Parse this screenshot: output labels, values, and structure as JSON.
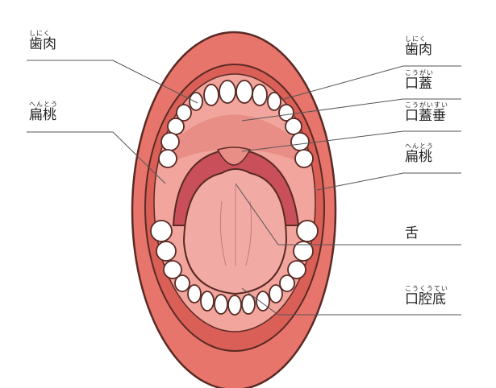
{
  "labels": {
    "left_gum": {
      "ruby": "しにく",
      "text": "歯肉"
    },
    "left_tonsil": {
      "ruby": "へんとう",
      "text": "扁桃"
    },
    "right_gum": {
      "ruby": "しにく",
      "text": "歯肉"
    },
    "palate": {
      "ruby": "こうがい",
      "text": "口蓋"
    },
    "uvula": {
      "ruby": "こうがいすい",
      "text": "口蓋垂"
    },
    "right_tonsil": {
      "ruby": "へんとう",
      "text": "扁桃"
    },
    "tongue": {
      "text": "舌"
    },
    "mouth_floor": {
      "ruby": "こうくうてい",
      "text": "口腔底"
    }
  },
  "colors": {
    "lips": "#e8756c",
    "lips_dark": "#d95f57",
    "mouth_inner": "#f1a59c",
    "throat": "#c9505a",
    "tongue": "#f2aaa5",
    "outline": "#5a2a24",
    "teeth": "#ffffff",
    "line": "#555555"
  }
}
